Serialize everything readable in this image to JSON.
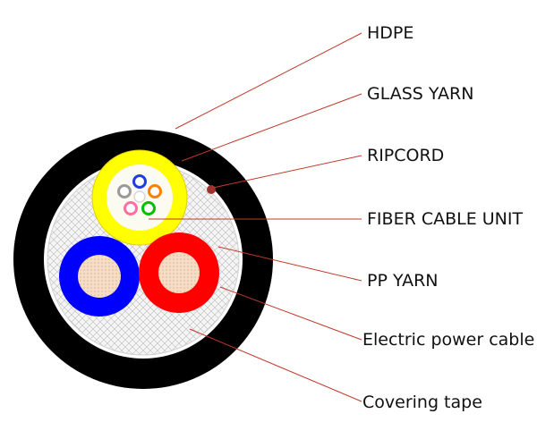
{
  "labels": {
    "hdpe": "HDPE",
    "glass_yarn": "GLASS YARN",
    "ripcord": "RIPCORD",
    "fiber_cable_unit": "FIBER CABLE UNIT",
    "pp_yarn": "PP YARN",
    "electric_power_cable": "Electric power cable",
    "covering_tape": "Covering tape"
  },
  "colors": {
    "sheath": "#000000",
    "inner_fill": "#f2f2f2",
    "yarn_hatch": "#bdbdbd",
    "fiber_unit": "#ffff00",
    "power_cable_blue": "#0000ff",
    "power_cable_red": "#ff0000",
    "copper_core": "#f5dcc4",
    "ripcord": "#a0322d",
    "leader_line": "#c0392b"
  },
  "fibers": [
    "blue",
    "orange",
    "green",
    "rose",
    "slate",
    "white"
  ]
}
